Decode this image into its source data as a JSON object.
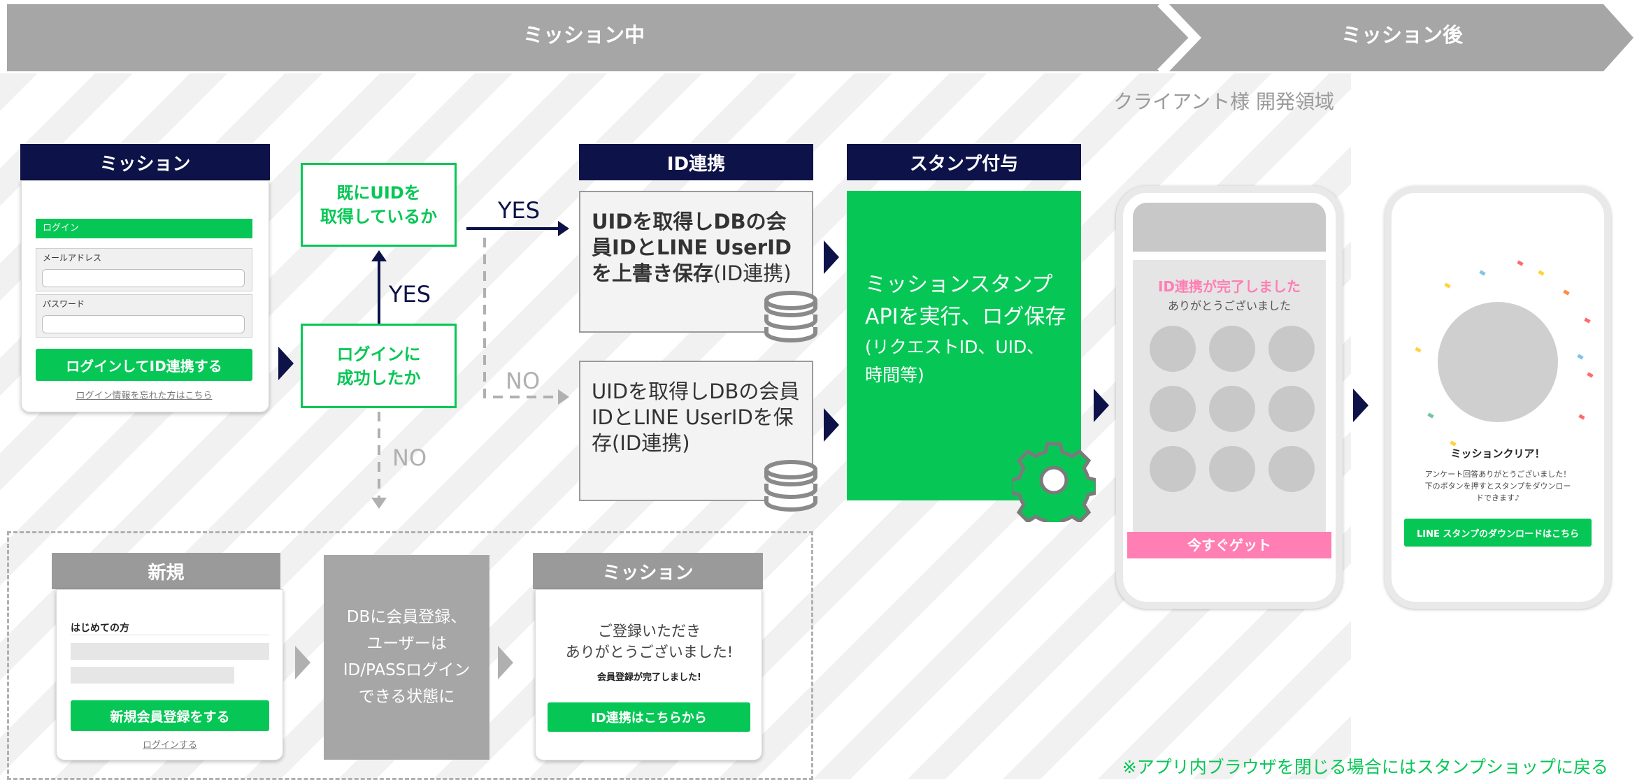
{
  "phases": {
    "during": "ミッション中",
    "after": "ミッション後"
  },
  "dev_area_label": "クライアント様 開発領域",
  "mission_login": {
    "header": "ミッション",
    "form_title": "ログイン",
    "email_label": "メールアドレス",
    "password_label": "パスワード",
    "login_button": "ログインしてID連携する",
    "forgot_link": "ログイン情報を忘れた方はこちら"
  },
  "decisions": {
    "has_uid": "既にUIDを\n取得しているか",
    "login_success": "ログインに\n成功したか"
  },
  "flow_labels": {
    "yes_right": "YES",
    "yes_up": "YES",
    "no_right": "NO",
    "no_down": "NO"
  },
  "id_link": {
    "header": "ID連携",
    "overwrite_bold": "UIDを取得しDBの会員IDとLINE UserIDを上書き保存",
    "overwrite_rest": "(ID連携)",
    "save_text": "UIDを取得しDBの会員IDとLINE UserIDを保存(ID連携)"
  },
  "stamp_grant": {
    "header": "スタンプ付与",
    "line1": "ミッションスタンプ",
    "line2": "APIを実行、ログ保存",
    "line3": "(リクエストID、UID、",
    "line4": "時間等)"
  },
  "phone_complete": {
    "title": "ID連携が完了しました",
    "subtitle": "ありがとうございました",
    "button": "今すぐゲット"
  },
  "phone_clear": {
    "title": "ミッションクリア！",
    "body1": "アンケート回答ありがとうございました！",
    "body2": "下のボタンを押すとスタンプをダウンロー",
    "body3": "ドできます♪",
    "button": "LINE スタンプのダウンロードはこちら"
  },
  "register_new": {
    "header": "新規",
    "first_time": "はじめての方",
    "register_button": "新規会員登録をする",
    "login_link": "ログインする"
  },
  "db_register": {
    "line1": "DBに会員登録、",
    "line2": "ユーザーは",
    "line3": "ID/PASSログイン",
    "line4": "できる状態に"
  },
  "mission_thanks": {
    "header": "ミッション",
    "thanks1": "ご登録いただき",
    "thanks2": "ありがとうございました!",
    "complete": "会員登録が完了しました!",
    "link_button": "ID連携はこちらから"
  },
  "footnote": "※アプリ内ブラウザを閉じる場合にはスタンプショップに戻る",
  "colors": {
    "navy": "#0d1248",
    "green": "#06c755",
    "gray": "#9a9a9a",
    "pink": "#ff7eb3"
  },
  "icons": [
    "database-icon",
    "gear-icon",
    "arrow-right-icon",
    "arrow-up-icon",
    "arrow-down-icon"
  ]
}
